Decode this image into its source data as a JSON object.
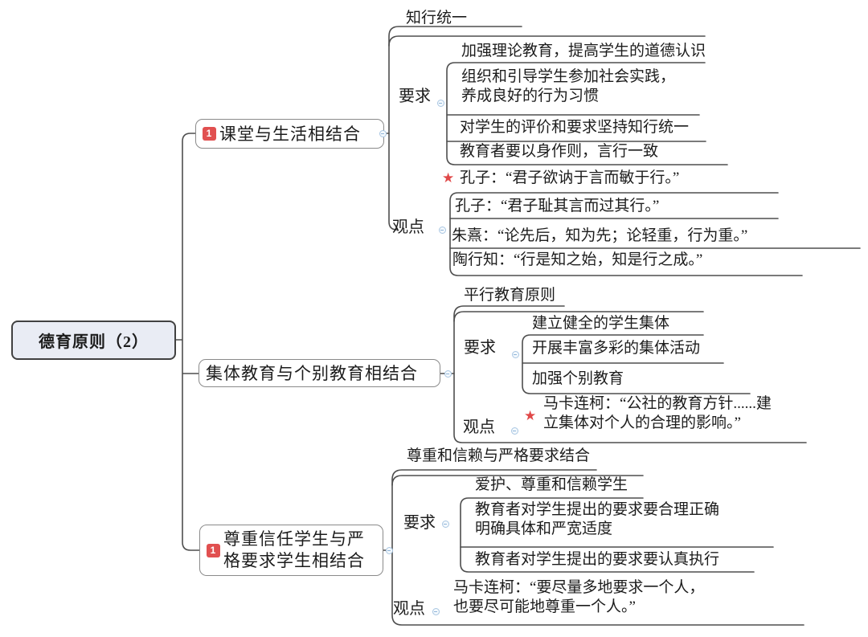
{
  "colors": {
    "badge_red": "#e15050",
    "star_red": "#e04848",
    "connector_line": "#4e4e4e",
    "node_border": "#8a8a8a",
    "root_fill": "#e9ecf4",
    "collapse_ring": "#a9c6e2"
  },
  "root": {
    "label": "德育原则（2）"
  },
  "branches": [
    {
      "label": "课堂与生活相结合",
      "badge": "1",
      "top_label": "知行统一",
      "groups": [
        {
          "label": "要求",
          "items": [
            {
              "text": "加强理论教育，提高学生的道德认识"
            },
            {
              "text": "组织和引导学生参加社会实践，\n养成良好的行为习惯"
            },
            {
              "text": "对学生的评价和要求坚持知行统一"
            },
            {
              "text": "教育者要以身作则，言行一致"
            }
          ]
        },
        {
          "label": "观点",
          "items": [
            {
              "starred": true,
              "star": "★",
              "text": "孔子：“君子欲讷于言而敏于行。”"
            },
            {
              "text": "孔子：“君子耻其言而过其行。”"
            },
            {
              "text": "朱熹：“论先后，知为先；论轻重，行为重。”"
            },
            {
              "text": "陶行知：“行是知之始，知是行之成。”"
            }
          ]
        }
      ]
    },
    {
      "label": "集体教育与个别教育相结合",
      "badge": "",
      "top_label": "平行教育原则",
      "groups": [
        {
          "label": "要求",
          "items": [
            {
              "text": "建立健全的学生集体"
            },
            {
              "text": "开展丰富多彩的集体活动"
            },
            {
              "text": "加强个别教育"
            }
          ]
        },
        {
          "label": "观点",
          "items": [
            {
              "starred": true,
              "star": "★",
              "text": "马卡连柯：“公社的教育方针......建\n立集体对个人的合理的影响。”"
            }
          ]
        }
      ]
    },
    {
      "label": "尊重信任学生与严\n格要求学生相结合",
      "badge": "1",
      "top_label": "尊重和信赖与严格要求结合",
      "groups": [
        {
          "label": "要求",
          "items": [
            {
              "text": "爱护、尊重和信赖学生"
            },
            {
              "text": "教育者对学生提出的要求要合理正确\n明确具体和严宽适度"
            },
            {
              "text": "教育者对学生提出的要求要认真执行"
            }
          ]
        },
        {
          "label": "观点",
          "items": [
            {
              "text": "马卡连柯：“要尽量多地要求一个人，\n也要尽可能地尊重一个人。”"
            }
          ]
        }
      ]
    }
  ]
}
